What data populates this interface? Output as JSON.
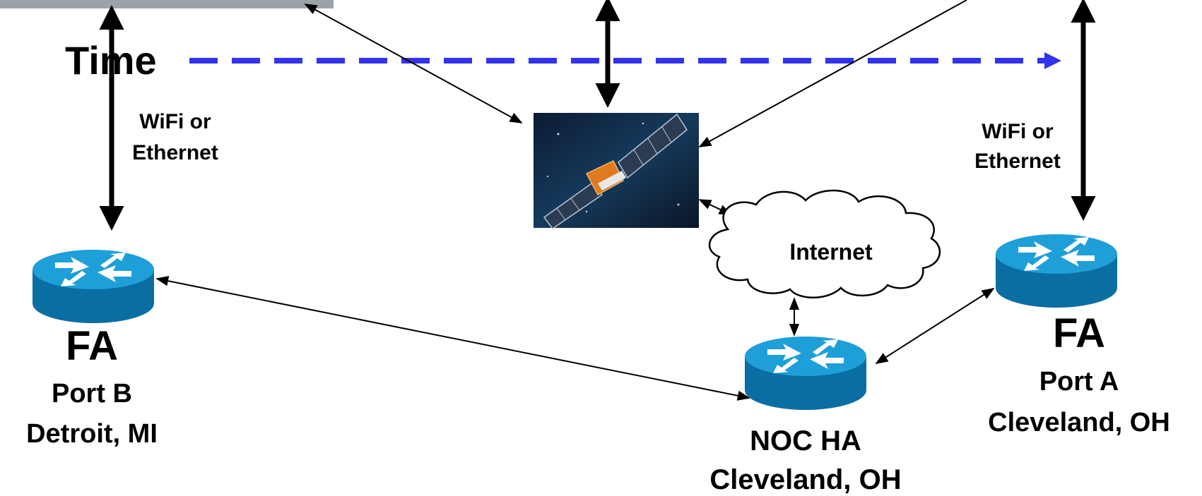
{
  "time_label": "Time",
  "links": {
    "left": "WiFi or Ethernet",
    "left_lines": [
      "WiFi or",
      "Ethernet"
    ],
    "right": "WiFi or Ethernet",
    "right_lines": [
      "WiFi or",
      "Ethernet"
    ]
  },
  "internet_label": "Internet",
  "nodes": {
    "fa_left": {
      "role": "FA",
      "name": "Port B",
      "location": "Detroit, MI"
    },
    "fa_right": {
      "role": "FA",
      "name": "Port A",
      "location": "Cleveland, OH"
    },
    "noc": {
      "role": "NOC HA",
      "location": "Cleveland, OH"
    }
  },
  "colors": {
    "time_arrow": "#3333ee",
    "router_top": "#1e9fd8",
    "router_side": "#0a6ea3",
    "arrow": "#000000"
  },
  "icons": [
    "router-icon",
    "satellite-icon",
    "cloud-icon"
  ]
}
